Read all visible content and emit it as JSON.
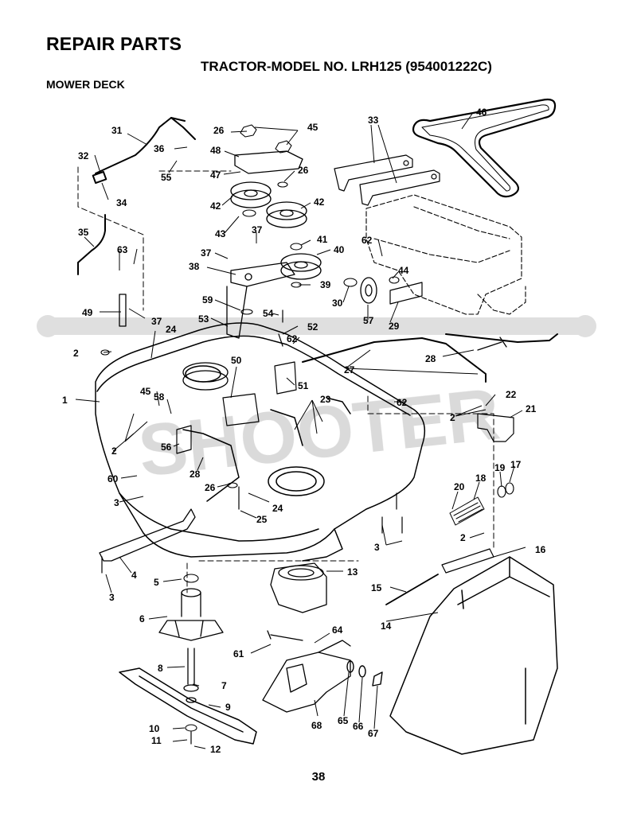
{
  "header": {
    "title": "REPAIR PARTS",
    "model": "TRACTOR-MODEL NO. LRH125 (954001222C)",
    "section": "MOWER DECK"
  },
  "watermark": {
    "text": "SHOOTER",
    "color": "#d6d6d6"
  },
  "page_number": "38",
  "callouts": [
    "1",
    "2",
    "2",
    "2",
    "2",
    "2",
    "3",
    "3",
    "3",
    "3",
    "4",
    "5",
    "6",
    "7",
    "8",
    "9",
    "10",
    "11",
    "12",
    "13",
    "14",
    "15",
    "16",
    "17",
    "18",
    "19",
    "20",
    "21",
    "22",
    "23",
    "24",
    "24",
    "25",
    "26",
    "26",
    "26",
    "27",
    "28",
    "28",
    "29",
    "30",
    "31",
    "32",
    "33",
    "34",
    "35",
    "36",
    "37",
    "37",
    "37",
    "38",
    "39",
    "40",
    "41",
    "42",
    "42",
    "43",
    "44",
    "45",
    "45",
    "46",
    "47",
    "48",
    "49",
    "50",
    "51",
    "52",
    "53",
    "54",
    "55",
    "56",
    "57",
    "58",
    "59",
    "60",
    "61",
    "62",
    "62",
    "62",
    "63",
    "64",
    "65",
    "66",
    "67",
    "68"
  ]
}
